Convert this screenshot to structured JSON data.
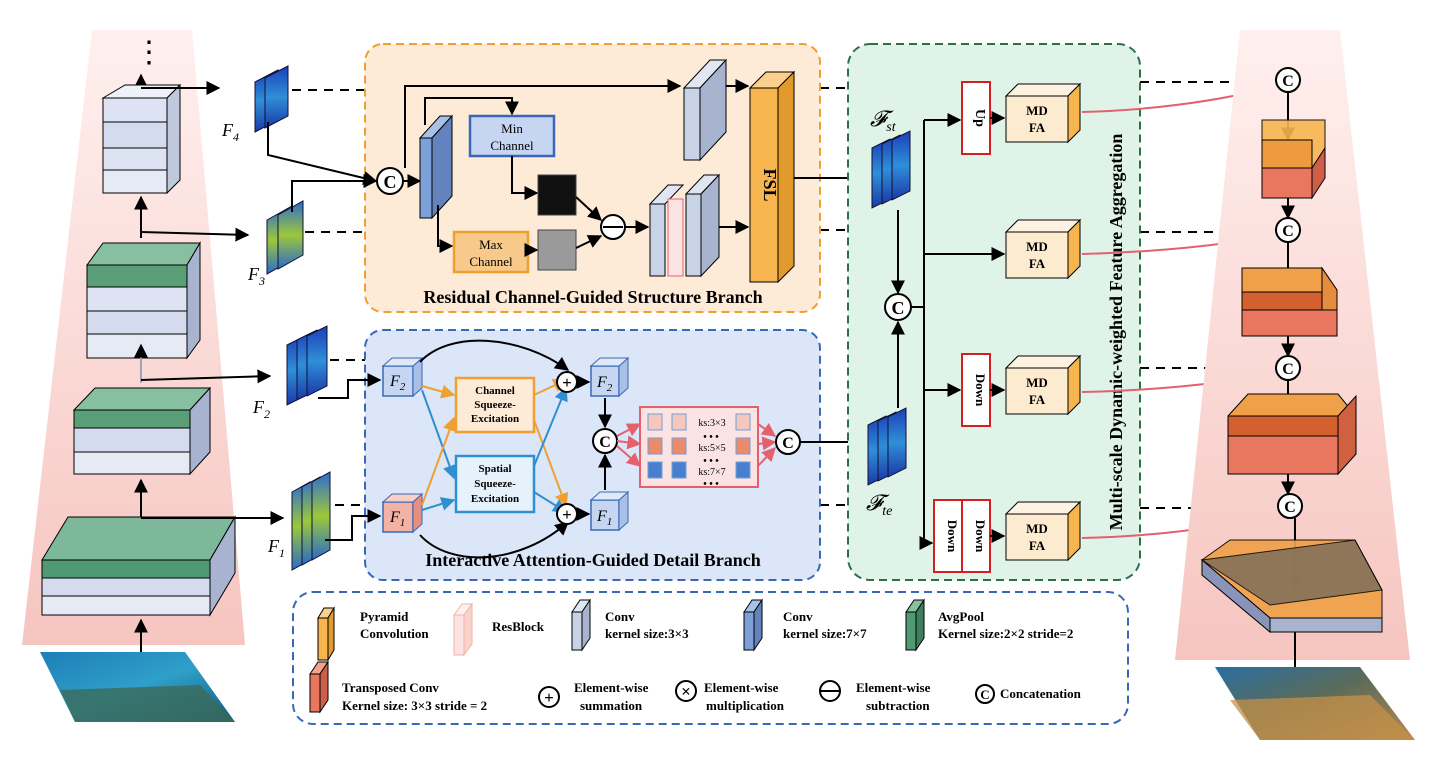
{
  "colors": {
    "structure_bg": "#fdebd8",
    "structure_border": "#f0a030",
    "detail_bg": "#dbe6f8",
    "detail_border": "#3a68b8",
    "aggregation_bg": "#dff3e8",
    "aggregation_border": "#2f6e4a",
    "pyramid_conv": "#f7b550",
    "conv3": "#c9d3e6",
    "conv7": "#7ea0d8",
    "avgpool": "#4f9a73",
    "transposed_conv": "#e9765e",
    "arrow_red": "#e4606d"
  },
  "features": {
    "f4": "F",
    "f4_sub": "4",
    "f3": "F",
    "f3_sub": "3",
    "f2": "F",
    "f2_sub": "2",
    "f1": "F",
    "f1_sub": "1",
    "f_st": "𝓕",
    "f_st_sub": "st",
    "f_te": "𝓕",
    "f_te_sub": "te",
    "ellipsis": "⋮"
  },
  "structure_branch": {
    "title": "Residual Channel-Guided Structure Branch",
    "min_channel": [
      "Min",
      "Channel"
    ],
    "max_channel": [
      "Max",
      "Channel"
    ],
    "fsl": "FSL"
  },
  "detail_branch": {
    "title": "Interactive Attention-Guided Detail Branch",
    "channel_se": [
      "Channel",
      "Squeeze-",
      "Excitation"
    ],
    "spatial_se": [
      "Spatial",
      "Squeeze-",
      "Excitation"
    ],
    "ks3": "ks:3×3",
    "ks5": "ks:5×5",
    "ks7": "ks:7×7",
    "dots": "• • •"
  },
  "aggregation": {
    "title": "Multi-scale Dynamic-weighted Feature Aggregation",
    "up": "Up",
    "down": "Down",
    "mdfa_top": "MD",
    "mdfa_bottom": "FA"
  },
  "symbols": {
    "concat": "C",
    "plus": "+",
    "minus": "−",
    "times": "×"
  },
  "legend": {
    "pyramid_conv": [
      "Pyramid",
      "Convolution"
    ],
    "resblock": "ResBlock",
    "conv3": [
      "Conv",
      "kernel size:3×3"
    ],
    "conv7": [
      "Conv",
      "kernel size:7×7"
    ],
    "avgpool": [
      "AvgPool",
      "Kernel size:2×2 stride=2"
    ],
    "transposed": [
      "Transposed Conv",
      "Kernel size: 3×3 stride = 2"
    ],
    "sum": [
      "Element-wise",
      "summation"
    ],
    "mult": [
      "Element-wise",
      "multiplication"
    ],
    "sub": [
      "Element-wise",
      "subtraction"
    ],
    "concat": "Concatenation"
  }
}
